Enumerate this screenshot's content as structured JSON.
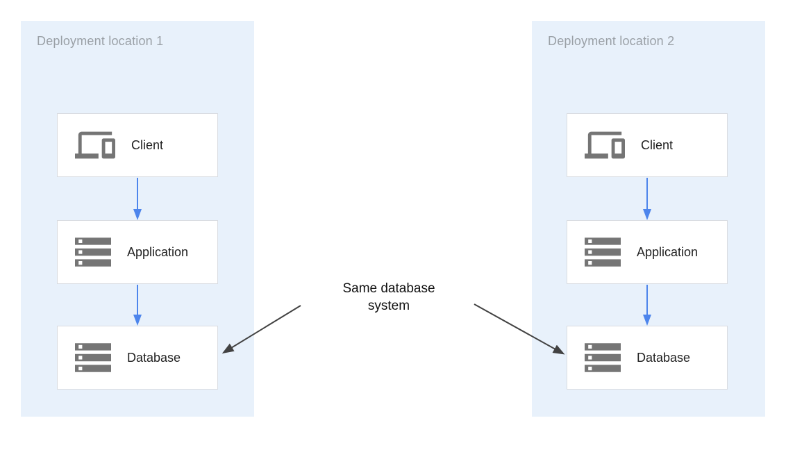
{
  "groups": [
    {
      "label": "Deployment location 1",
      "nodes": [
        {
          "label": "Client",
          "icon": "devices-icon"
        },
        {
          "label": "Application",
          "icon": "storage-icon"
        },
        {
          "label": "Database",
          "icon": "storage-icon"
        }
      ]
    },
    {
      "label": "Deployment location 2",
      "nodes": [
        {
          "label": "Client",
          "icon": "devices-icon"
        },
        {
          "label": "Application",
          "icon": "storage-icon"
        },
        {
          "label": "Database",
          "icon": "storage-icon"
        }
      ]
    }
  ],
  "annotation": {
    "lines": [
      "Same database",
      "system"
    ]
  },
  "colors": {
    "group_background": "#e8f1fb",
    "node_border": "#d9dce1",
    "flow_arrow_blue": "#4d85ec",
    "annotation_arrow_dark": "#424242",
    "icon_gray": "#757575",
    "group_label_gray": "#9aa0a6",
    "node_label_dark": "#212121"
  }
}
